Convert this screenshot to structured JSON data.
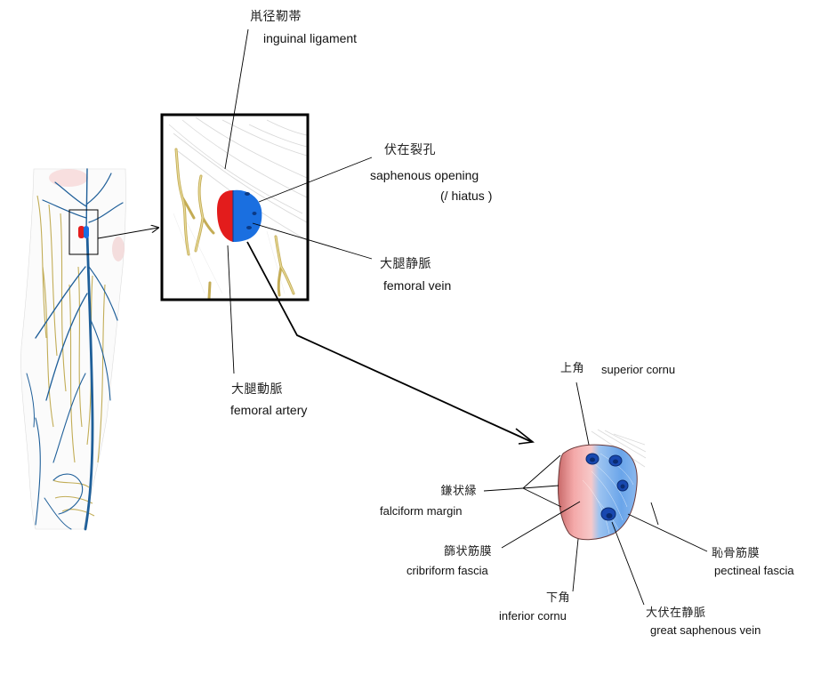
{
  "title": "Saphenous opening anatomy diagram",
  "colors": {
    "vein": "#1f5f99",
    "artery": "#e31c1c",
    "vein_bright": "#1a6fe0",
    "nerve": "#c9b25a",
    "frame": "#000000"
  },
  "labels": {
    "inguinal_ligament": {
      "zh": "鼡径靭帯",
      "en": "inguinal ligament"
    },
    "saphenous_opening": {
      "zh": "伏在裂孔",
      "en": "saphenous opening",
      "en2": "(/ hiatus )"
    },
    "femoral_vein": {
      "zh": "大腿静脈",
      "en": "femoral vein"
    },
    "femoral_artery": {
      "zh": "大腿動脈",
      "en": "femoral artery"
    },
    "superior_cornu": {
      "zh": "上角",
      "en": "superior cornu"
    },
    "falciform_margin": {
      "zh": "鎌状縁",
      "en": "falciform margin"
    },
    "cribriform_fascia": {
      "zh": "篩状筋膜",
      "en": "cribriform fascia"
    },
    "inferior_cornu": {
      "zh": "下角",
      "en": "inferior cornu"
    },
    "pectineal_fascia": {
      "zh": "恥骨筋膜",
      "en": "pectineal fascia"
    },
    "great_saphenous_vein": {
      "zh": "大伏在静脈",
      "en": "great saphenous vein"
    }
  }
}
